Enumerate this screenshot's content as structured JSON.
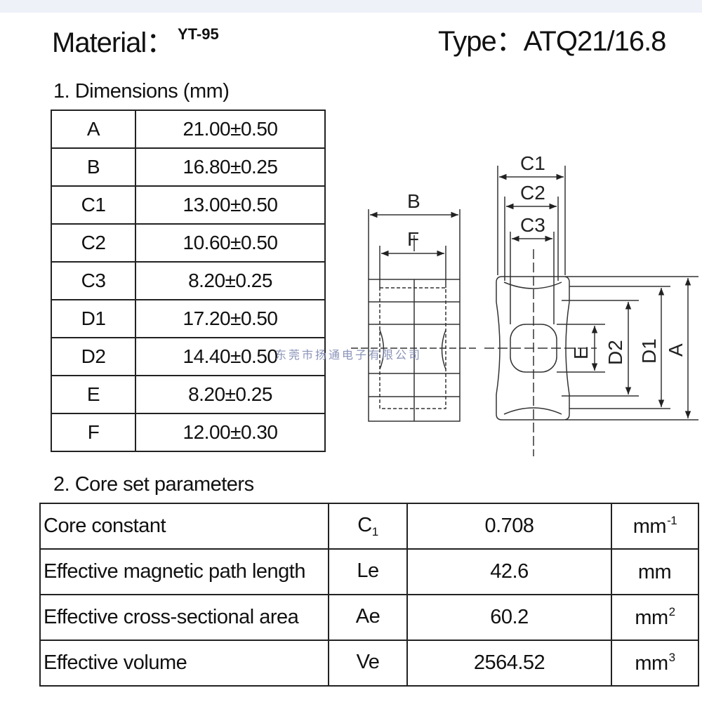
{
  "header": {
    "material_label": "Material：",
    "material_value": "YT-95",
    "type_label": "Type：ATQ21/16.8"
  },
  "dimensions": {
    "title": "1. Dimensions (mm)",
    "rows": [
      {
        "key": "A",
        "value": "21.00±0.50"
      },
      {
        "key": "B",
        "value": "16.80±0.25"
      },
      {
        "key": "C1",
        "value": "13.00±0.50"
      },
      {
        "key": "C2",
        "value": "10.60±0.50"
      },
      {
        "key": "C3",
        "value": "8.20±0.25"
      },
      {
        "key": "D1",
        "value": "17.20±0.50"
      },
      {
        "key": "D2",
        "value": "14.40±0.50"
      },
      {
        "key": "E",
        "value": "8.20±0.25"
      },
      {
        "key": "F",
        "value": "12.00±0.30"
      }
    ]
  },
  "parameters": {
    "title": "2. Core set parameters",
    "rows": [
      {
        "name": "Core constant",
        "symbol": "C",
        "symbol_sub": "1",
        "value": "0.708",
        "unit": "mm",
        "unit_sup": "-1"
      },
      {
        "name": "Effective magnetic path length",
        "symbol": "Le",
        "symbol_sub": "",
        "value": "42.6",
        "unit": "mm",
        "unit_sup": ""
      },
      {
        "name": "Effective cross-sectional area",
        "symbol": "Ae",
        "symbol_sub": "",
        "value": "60.2",
        "unit": "mm",
        "unit_sup": "2"
      },
      {
        "name": "Effective volume",
        "symbol": "Ve",
        "symbol_sub": "",
        "value": "2564.52",
        "unit": "mm",
        "unit_sup": "3"
      }
    ]
  },
  "drawing": {
    "labels": {
      "b": "B",
      "f": "F",
      "c1": "C1",
      "c2": "C2",
      "c3": "C3",
      "e": "E",
      "d2": "D2",
      "d1": "D1",
      "a": "A"
    }
  },
  "watermark": "东莞市扬通电子有限公司"
}
